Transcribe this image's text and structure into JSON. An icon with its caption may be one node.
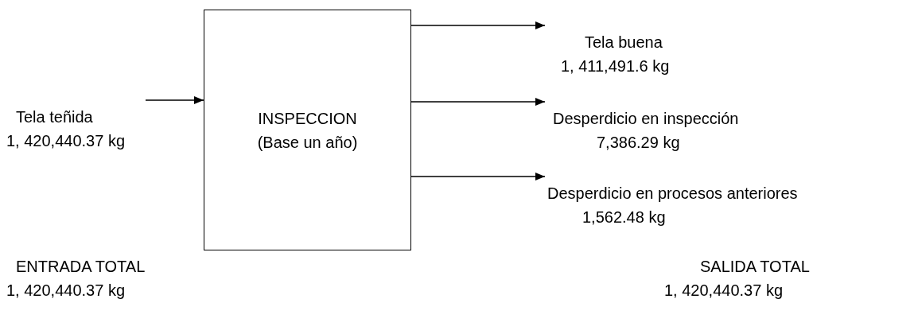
{
  "diagram": {
    "nodes": [
      {
        "text": [
          "INSPECCION (Base un año)"
        ]
      },
      {
        "text": [
          "Tela teñida",
          "1, 420,440.37 kg"
        ]
      },
      {
        "text": [
          "Tela buena",
          "1, 411,491.6 kg"
        ]
      },
      {
        "text": [
          "Desperdicio en inspección",
          "7,386.29 kg"
        ]
      },
      {
        "text": [
          "Desperdicio en procesos anteriores",
          "1,562.48 kg"
        ]
      }
    ],
    "edges": [
      {
        "from": 1,
        "to": 0,
        "arrow": "to"
      },
      {
        "from": 0,
        "to": 2,
        "arrow": "to"
      },
      {
        "from": 0,
        "to": 3,
        "arrow": "to"
      },
      {
        "from": 0,
        "to": 4,
        "arrow": "to"
      }
    ],
    "labels": [
      "ENTRADA TOTAL",
      "1, 420,440.37 kg",
      "SALIDA TOTAL",
      "1, 420,440.37 kg"
    ]
  }
}
